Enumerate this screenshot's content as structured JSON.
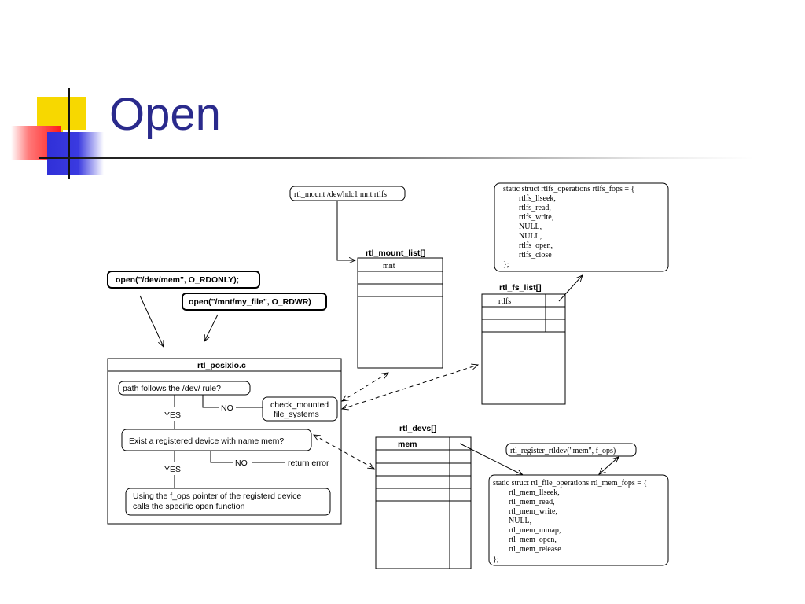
{
  "slide": {
    "title": "Open"
  },
  "diagram": {
    "mount_cmd": "rtl_mount /dev/hdc1 mnt rtlfs",
    "open_call_mem": "open(\"/dev/mem\", O_RDONLY);",
    "open_call_file": "open(\"/mnt/my_file\", O_RDWR)",
    "mount_list": {
      "title": "rtl_mount_list[]",
      "entry": "mnt"
    },
    "fs_list": {
      "title": "rtl_fs_list[]",
      "entry": "rtlfs"
    },
    "devs": {
      "title": "rtl_devs[]",
      "entry": "mem"
    },
    "fs_ops_struct": [
      "static struct rtlfs_operations rtlfs_fops = {",
      "rtlfs_llseek,",
      "rtlfs_read,",
      "rtlfs_write,",
      "NULL,",
      "NULL,",
      "rtlfs_open,",
      "rtlfs_close",
      "};"
    ],
    "register_cmd": "rtl_register_rtldev(\"mem\", f_ops)",
    "mem_ops_struct": [
      "static struct rtl_file_operations rtl_mem_fops = {",
      "rtl_mem_llseek,",
      "rtl_mem_read,",
      "rtl_mem_write,",
      "NULL,",
      "rtl_mem_mmap,",
      "rtl_mem_open,",
      "rtl_mem_release",
      "};"
    ],
    "posixio": {
      "title": "rtl_posixio.c",
      "q1": "path follows the /dev/ rule?",
      "check_mounted_1": "check_mounted",
      "check_mounted_2": "file_systems",
      "no1": "NO",
      "yes1": "YES",
      "q2": "Exist a registered device with name mem?",
      "no2": "NO",
      "return_error": "return error",
      "yes2": "YES",
      "final_1": "Using the f_ops pointer of the registerd device",
      "final_2": "calls the specific open function"
    }
  }
}
